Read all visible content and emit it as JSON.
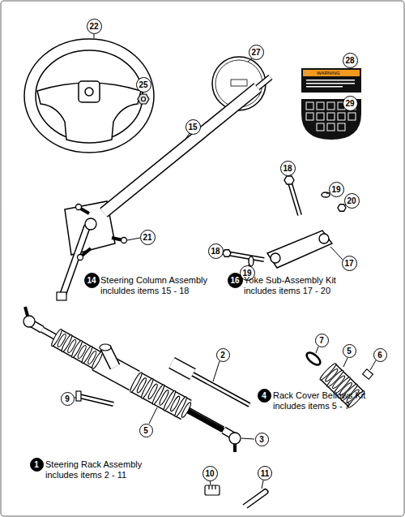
{
  "diagram": {
    "nodes": [
      {
        "text": [
          "22"
        ]
      },
      {
        "text": [
          "27"
        ]
      },
      {
        "text": [
          "28"
        ]
      },
      {
        "text": [
          "25"
        ]
      },
      {
        "text": [
          "29"
        ]
      },
      {
        "text": [
          "15"
        ]
      },
      {
        "text": [
          "18"
        ]
      },
      {
        "text": [
          "19"
        ]
      },
      {
        "text": [
          "20"
        ]
      },
      {
        "text": [
          "21"
        ]
      },
      {
        "text": [
          "18"
        ]
      },
      {
        "text": [
          "19"
        ]
      },
      {
        "text": [
          "17"
        ]
      },
      {
        "text": [
          "14"
        ]
      },
      {
        "text": [
          "16"
        ]
      },
      {
        "text": [
          "7"
        ]
      },
      {
        "text": [
          "2"
        ]
      },
      {
        "text": [
          "5"
        ]
      },
      {
        "text": [
          "6"
        ]
      },
      {
        "text": [
          "4"
        ]
      },
      {
        "text": [
          "9"
        ]
      },
      {
        "text": [
          "5"
        ]
      },
      {
        "text": [
          "3"
        ]
      },
      {
        "text": [
          "1"
        ]
      },
      {
        "text": [
          "10"
        ]
      },
      {
        "text": [
          "11"
        ]
      }
    ],
    "labels": [
      "WARNING",
      "Steering Column Assembly incluldes items 15 - 18",
      "Yoke Sub-Assembly Kit includes items 17 - 20",
      "Rack Cover Bellows Kit includes items 5 - 7",
      "Steering Rack Assembly includes items 2 - 11"
    ]
  }
}
